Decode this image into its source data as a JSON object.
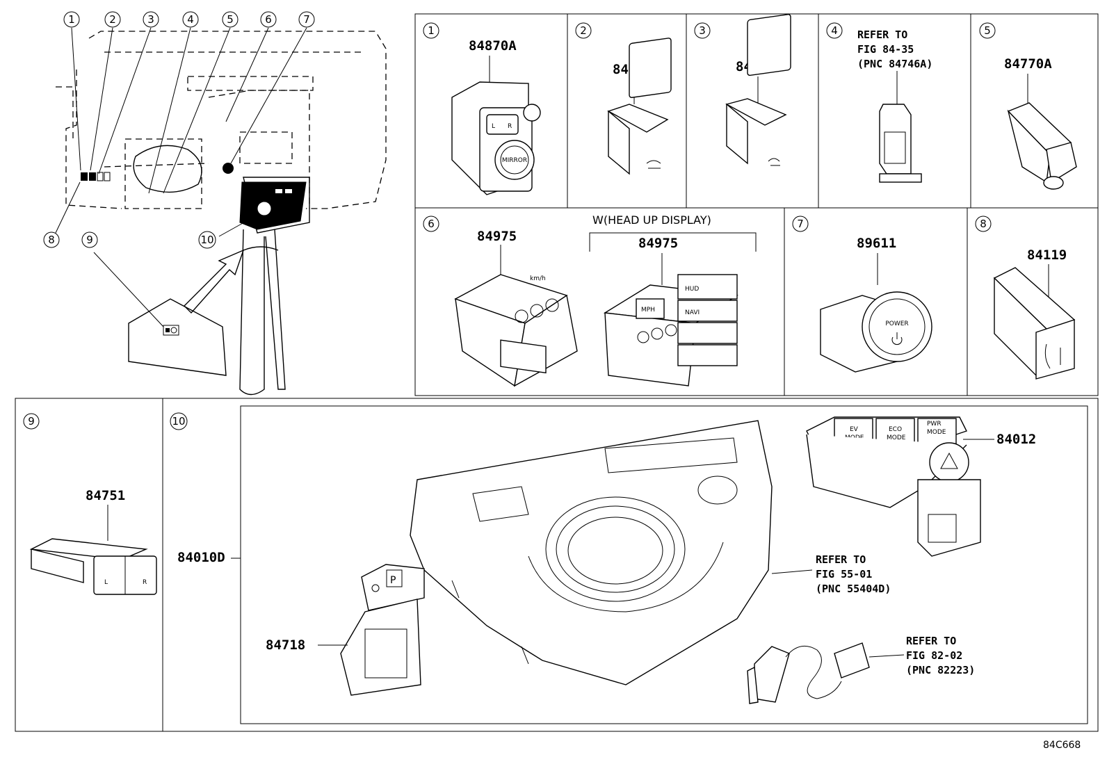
{
  "overview": {
    "callouts": [
      "1",
      "2",
      "3",
      "4",
      "5",
      "6",
      "7",
      "8",
      "9",
      "10"
    ]
  },
  "panels": [
    {
      "index": "1",
      "part_number": "84870A",
      "labels": [
        "L",
        "R",
        "MIRROR"
      ]
    },
    {
      "index": "2",
      "part_number": "84150D"
    },
    {
      "index": "3",
      "part_number": "84895"
    },
    {
      "index": "4",
      "refer": [
        "REFER TO",
        "FIG 84-35",
        "(PNC 84746A)"
      ]
    },
    {
      "index": "5",
      "part_number": "84770A"
    },
    {
      "index": "6",
      "part_number": "84975",
      "variant_caption": "W(HEAD UP DISPLAY)",
      "variant_part_number": "84975",
      "labels": [
        "km/h",
        "MPH",
        "HUD",
        "NAVI"
      ]
    },
    {
      "index": "7",
      "part_number": "89611",
      "labels": [
        "POWER"
      ]
    },
    {
      "index": "8",
      "part_number": "84119"
    },
    {
      "index": "9",
      "part_number": "84751",
      "labels": [
        "L",
        "R"
      ]
    },
    {
      "index": "10",
      "part_number": "84010D",
      "sub_parts": [
        {
          "part_number": "84012",
          "labels": [
            "EV",
            "MODE",
            "ECO",
            "MODE",
            "PWR",
            "MODE"
          ]
        },
        {
          "part_number": "84718",
          "labels": [
            "P"
          ]
        }
      ],
      "refers": [
        [
          "REFER TO",
          "FIG 55-01",
          "(PNC 55404D)"
        ],
        [
          "REFER TO",
          "FIG 82-02",
          "(PNC 82223)"
        ]
      ]
    }
  ],
  "figure_code": "84C668"
}
